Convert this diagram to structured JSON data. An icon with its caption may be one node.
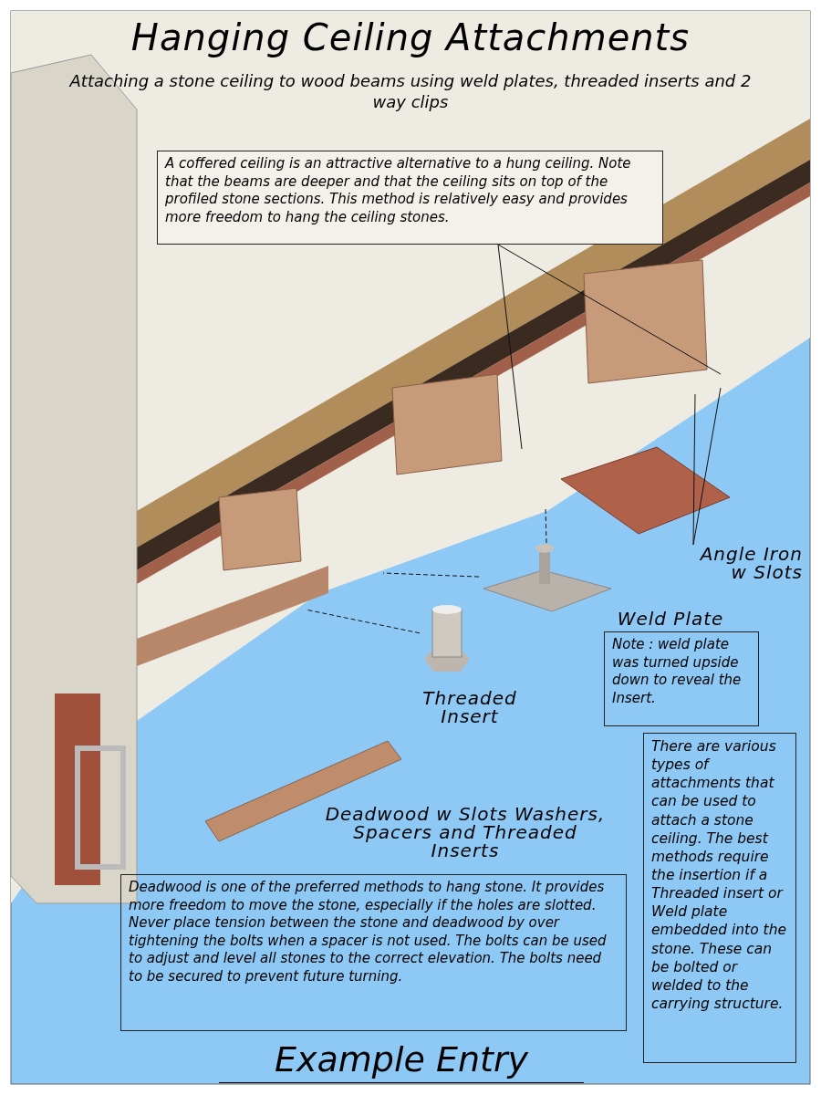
{
  "diagram": {
    "title": "Hanging Ceiling Attachments",
    "nodes": [
      {
        "text": [
          "A coffered ceiling is an attractive alternative to  a hung ceiling. Note that the beams are deeper and that the ceiling sits on top of the profiled stone sections. This method is relatively easy and provides more freedom to hang the ceiling stones."
        ]
      },
      {
        "text": [
          "Angle Iron w Slots"
        ]
      },
      {
        "text": [
          "Weld Plate"
        ]
      },
      {
        "text": [
          "Note : weld plate was turned upside down to reveal the Insert."
        ]
      },
      {
        "text": [
          "Threaded Insert"
        ]
      },
      {
        "text": [
          "Deadwood w Slots Washers, Spacers and Threaded Inserts"
        ]
      },
      {
        "text": [
          "Deadwood is one of the preferred methods to hang stone. It provides more freedom to move the stone, especially if the holes are slotted.  Never place tension between the stone and deadwood by over tightening the bolts when a spacer is not used. The bolts can be used to adjust and level all stones to the correct elevation. The bolts need to be secured to prevent future turning."
        ]
      },
      {
        "text": [
          "There are various types of attachments that can be used to attach a stone ceiling. The best methods require the insertion if a Threaded insert or Weld plate embedded into the stone. These can be bolted or welded to the carrying structure."
        ]
      },
      {
        "text": [],
        "shape": "picture"
      },
      {
        "text": [],
        "shape": "picture"
      }
    ],
    "edges": [
      {
        "from": 0,
        "to": null,
        "arrow": "none"
      },
      {
        "from": 0,
        "to": null,
        "arrow": "none"
      },
      {
        "from": 1,
        "to": null,
        "arrow": "none"
      },
      {
        "from": 1,
        "to": null,
        "arrow": "none"
      },
      {
        "from": 8,
        "to": null,
        "arrow": "none",
        "style": "dashed"
      },
      {
        "from": 8,
        "to": null,
        "arrow": "none",
        "style": "dashed"
      },
      {
        "from": 9,
        "to": null,
        "arrow": "none",
        "style": "dashed"
      }
    ],
    "labels": [
      "Attaching a stone ceiling to wood beams using weld plates, threaded inserts and 2 way clips",
      "Example Entry"
    ]
  }
}
